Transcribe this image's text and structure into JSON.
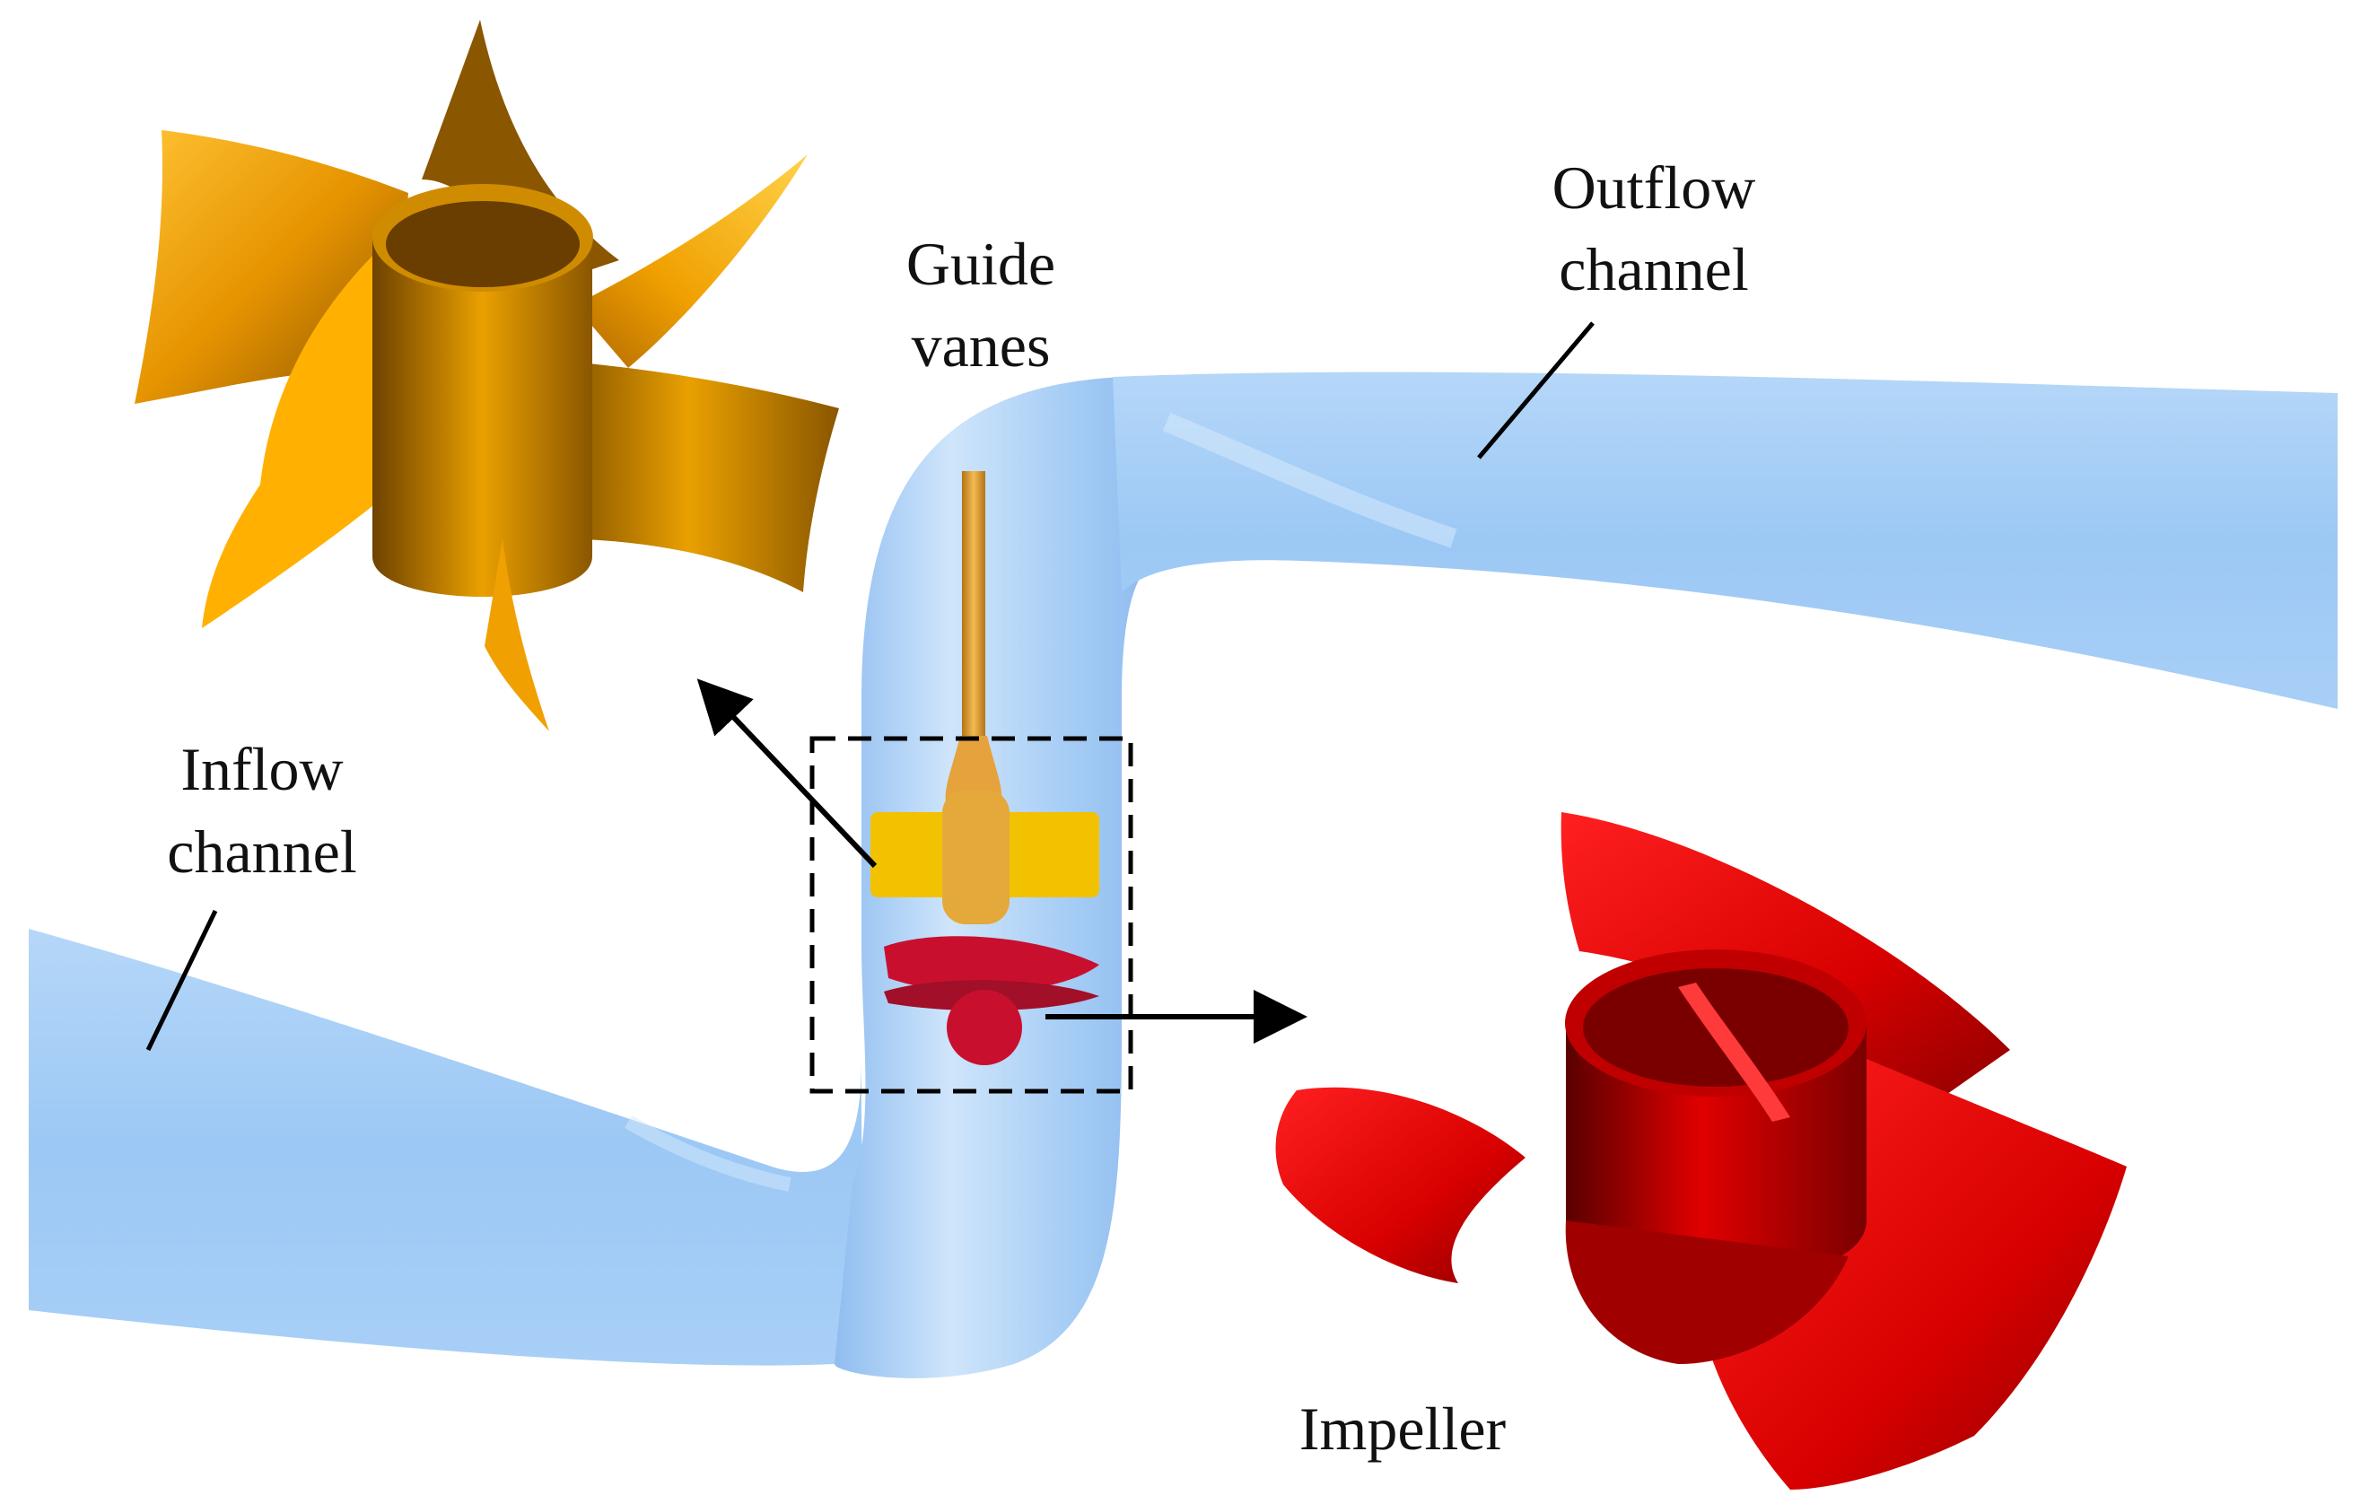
{
  "labels": {
    "guide_vanes_line1": "Guide",
    "guide_vanes_line2": "vanes",
    "outflow_line1": "Outflow",
    "outflow_line2": "channel",
    "inflow_line1": "Inflow",
    "inflow_line2": "channel",
    "impeller": "Impeller"
  },
  "colors": {
    "channel": "#9cc8f5",
    "channel_highlight": "#d6e9fb",
    "guide_vanes": "#f0a000",
    "guide_vanes_dark": "#7a4a00",
    "guide_vanes_light": "#ffd040",
    "impeller": "#dd0000",
    "impeller_dark": "#7a0000",
    "impeller_light": "#ff4040",
    "shaft": "#e6a23c",
    "hub_vanes": "#f2c200",
    "hub_impeller": "#c8102e"
  },
  "icons": {
    "guide_vanes_model": "guide-vanes-3d-icon",
    "impeller_model": "impeller-3d-icon",
    "pump_assembly": "pump-assembly-icon"
  }
}
